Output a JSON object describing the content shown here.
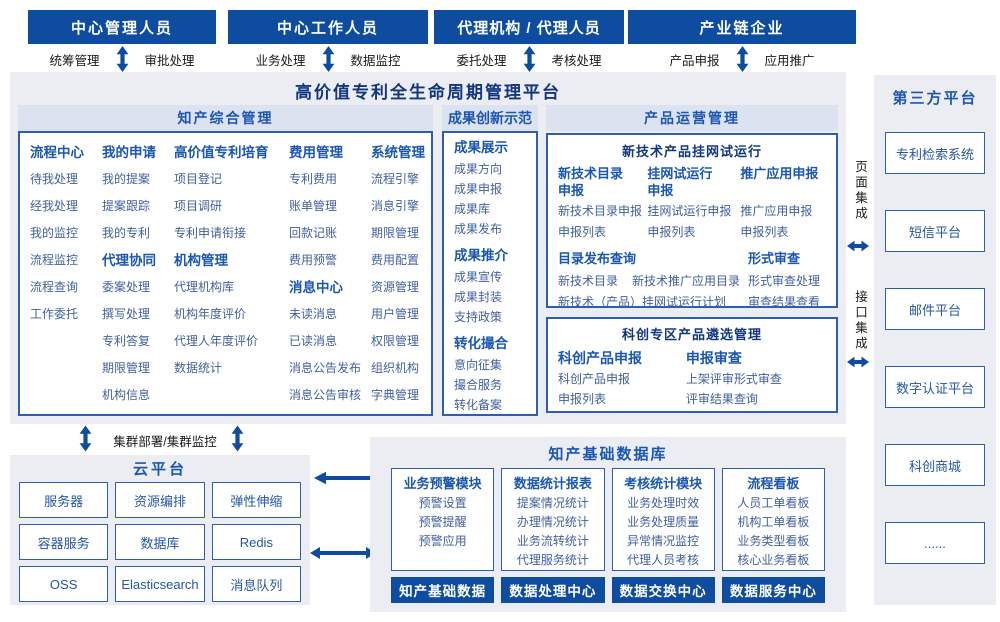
{
  "platform": {
    "title": "高价值专利全生命周期管理平台"
  },
  "actors": [
    {
      "name": "中心管理人员",
      "left": "统筹管理",
      "right": "审批处理"
    },
    {
      "name": "中心工作人员",
      "left": "业务处理",
      "right": "数据监控"
    },
    {
      "name": "代理机构 / 代理人员",
      "left": "委托处理",
      "right": "考核处理"
    },
    {
      "name": "产业链企业",
      "left": "产品申报",
      "right": "应用推广"
    }
  ],
  "sections": {
    "comprehensive": {
      "title": "知产综合管理",
      "columns": [
        {
          "groups": [
            {
              "title": "流程中心",
              "items": [
                "待我处理",
                "经我处理",
                "我的监控",
                "流程监控",
                "流程查询",
                "工作委托"
              ]
            }
          ]
        },
        {
          "groups": [
            {
              "title": "我的申请",
              "items": [
                "我的提案",
                "提案跟踪",
                "我的专利"
              ]
            },
            {
              "title": "代理协同",
              "items": [
                "委案处理",
                "撰写处理",
                "专利答复",
                "期限管理",
                "机构信息"
              ]
            }
          ]
        },
        {
          "groups": [
            {
              "title": "高价值专利培育",
              "items": [
                "项目登记",
                "项目调研",
                "专利申请衔接"
              ]
            },
            {
              "title": "机构管理",
              "items": [
                "代理机构库",
                "机构年度评价",
                "代理人年度评价",
                "数据统计"
              ]
            }
          ]
        },
        {
          "groups": [
            {
              "title": "费用管理",
              "items": [
                "专利费用",
                "账单管理",
                "回款记账",
                "费用预警"
              ]
            },
            {
              "title": "消息中心",
              "items": [
                "未读消息",
                "已读消息",
                "消息公告发布",
                "消息公告审核"
              ]
            }
          ]
        },
        {
          "groups": [
            {
              "title": "系统管理",
              "items": [
                "流程引擎",
                "消息引擎",
                "期限管理",
                "费用配置",
                "资源管理",
                "用户管理",
                "权限管理",
                "组织机构",
                "字典管理"
              ]
            }
          ]
        }
      ]
    },
    "innovation": {
      "title": "成果创新示范",
      "groups": [
        {
          "title": "成果展示",
          "items": [
            "成果方向",
            "成果申报",
            "成果库",
            "成果发布"
          ]
        },
        {
          "title": "成果推介",
          "items": [
            "成果宣传",
            "成果封装",
            "支持政策"
          ]
        },
        {
          "title": "转化撮合",
          "items": [
            "意向征集",
            "撮合服务",
            "转化备案"
          ]
        }
      ]
    },
    "product_ops": {
      "title": "产品运营管理",
      "trial_box": {
        "title": "新技术产品挂网试运行",
        "columns": [
          {
            "title": "新技术目录申报",
            "items": [
              "新技术目录申报",
              "申报列表"
            ]
          },
          {
            "title": "挂网试运行申报",
            "items": [
              "挂网试运行申报",
              "申报列表"
            ]
          },
          {
            "title": "推广应用申报",
            "items": [
              "推广应用申报",
              "申报列表"
            ]
          }
        ],
        "catalog": {
          "title": "目录发布查询",
          "items": [
            "新技术目录",
            "新技术推广应用目录",
            "新技术（产品）挂网试运行计划"
          ]
        },
        "review": {
          "title": "形式审查",
          "items": [
            "形式审查处理",
            "审查结果查看"
          ]
        }
      },
      "selection_box": {
        "title": "科创专区产品遴选管理",
        "columns": [
          {
            "title": "科创产品申报",
            "items": [
              "科创产品申报",
              "申报列表"
            ]
          },
          {
            "title": "申报审查",
            "items": [
              "上架评审形式审查",
              "评审结果查询"
            ]
          }
        ]
      }
    }
  },
  "integration": {
    "page": "页面集成",
    "interface": "接口集成"
  },
  "third_party": {
    "title": "第三方平台",
    "items": [
      "专利检索系统",
      "短信平台",
      "邮件平台",
      "数字认证平台",
      "科创商城",
      "......"
    ]
  },
  "cluster_label": "集群部署/集群监控",
  "cloud": {
    "title": "云平台",
    "items": [
      "服务器",
      "资源编排",
      "弹性伸缩",
      "容器服务",
      "数据库",
      "Redis",
      "OSS",
      "Elasticsearch",
      "消息队列"
    ]
  },
  "database": {
    "title": "知产基础数据库",
    "modules": [
      {
        "title": "业务预警模块",
        "items": [
          "预警设置",
          "预警提醒",
          "预警应用"
        ]
      },
      {
        "title": "数据统计报表",
        "items": [
          "提案情况统计",
          "办理情况统计",
          "业务流转统计",
          "代理服务统计"
        ]
      },
      {
        "title": "考核统计模块",
        "items": [
          "业务处理时效",
          "业务处理质量",
          "异常情况监控",
          "代理人员考核"
        ]
      },
      {
        "title": "流程看板",
        "items": [
          "人员工单看板",
          "机构工单看板",
          "业务类型看板",
          "核心业务看板"
        ]
      }
    ],
    "bars": [
      "知产基础数据",
      "数据处理中心",
      "数据交换中心",
      "数据服务中心"
    ]
  },
  "colors": {
    "navy": "#0d4c9e",
    "panel_bg": "#ecedf3",
    "section_header_bg": "#dde2f0",
    "border_blue": "#2d5fae",
    "dark_title": "#13377f",
    "accent_blue": "#1b57b0",
    "item_blue": "#41609f"
  }
}
